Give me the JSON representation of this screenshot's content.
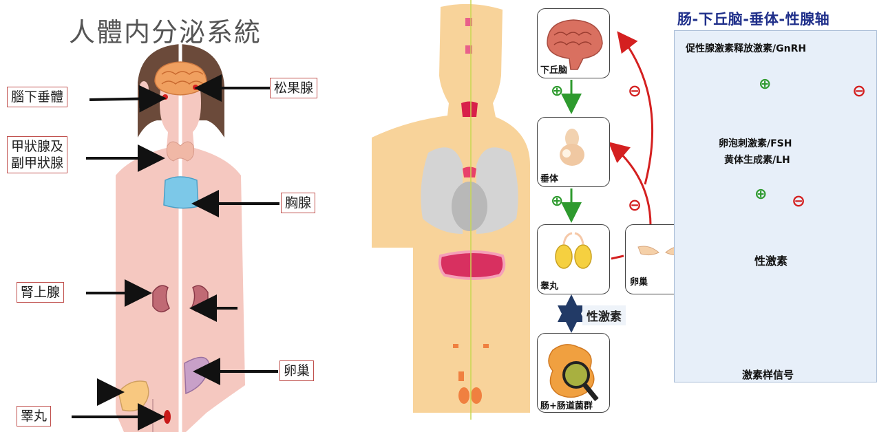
{
  "left_panel": {
    "title": "人體内分泌系統",
    "labels": {
      "pituitary": "腦下垂體",
      "pineal": "松果腺",
      "thyroid_line1": "甲狀腺及",
      "thyroid_line2": "副甲狀腺",
      "thymus": "胸腺",
      "adrenal": "腎上腺",
      "ovary": "卵巢",
      "testis": "睪丸"
    }
  },
  "flow_diagram": {
    "nodes": {
      "hypothalamus": "下丘脑",
      "pituitary": "垂体",
      "testis": "睾丸",
      "ovary": "卵巢",
      "gut": "肠+肠道菌群"
    },
    "hormone_label": "性激素",
    "positive_symbol": "⊕",
    "negative_symbol": "⊖"
  },
  "axis_panel": {
    "title": "肠-下丘脑-垂体-性腺轴",
    "gnrh": "促性腺激素释放激素/GnRH",
    "fsh": "卵泡刺激素/FSH",
    "lh": "黄体生成素/LH",
    "sex_hormone": "性激素",
    "signal": "激素样信号"
  },
  "colors": {
    "positive": "#2e9a2e",
    "negative": "#d42020",
    "label_border": "#c0504d",
    "skin": "#f5c8c0",
    "torso": "#f8d39a",
    "axis_title": "#1f2f8a",
    "panel_bg": "#e7eff9"
  }
}
